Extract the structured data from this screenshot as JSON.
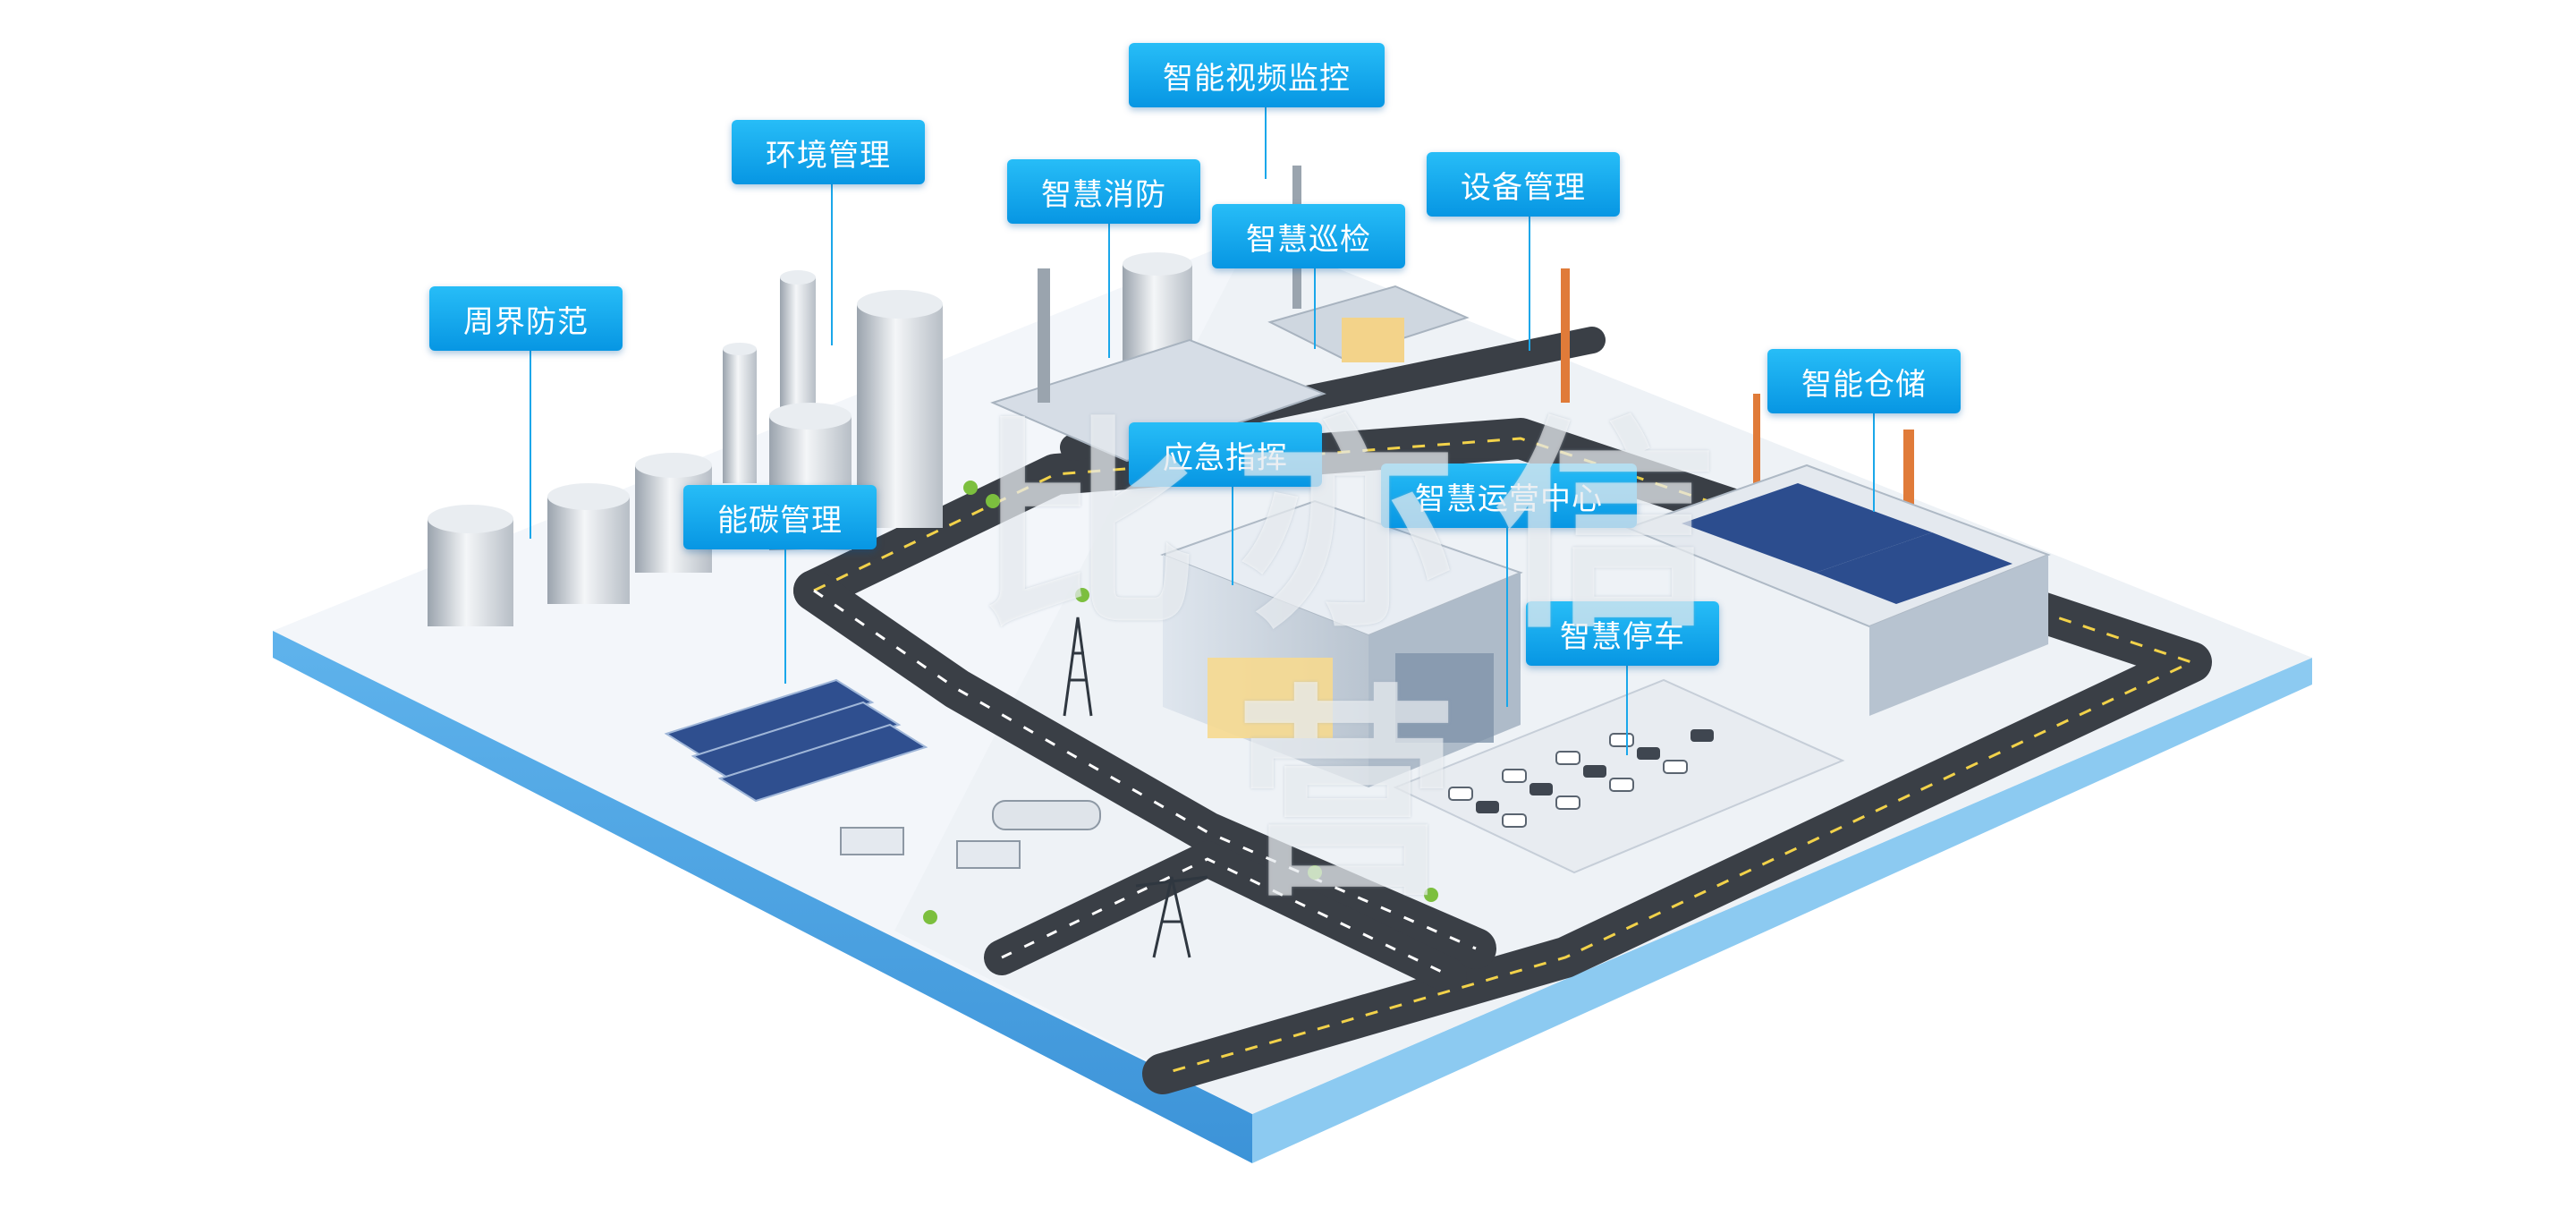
{
  "callouts": [
    {
      "label": "智能视频监控"
    },
    {
      "label": "环境管理"
    },
    {
      "label": "智慧消防"
    },
    {
      "label": "设备管理"
    },
    {
      "label": "智慧巡检"
    },
    {
      "label": "周界防范"
    },
    {
      "label": "智能仓储"
    },
    {
      "label": "应急指挥"
    },
    {
      "label": "智慧运营中心"
    },
    {
      "label": "能碳管理"
    },
    {
      "label": "智慧停车"
    }
  ],
  "watermark": "比亦信营",
  "colors": {
    "callout_top": "#27bdf7",
    "callout_bottom": "#0796e3",
    "leader": "#1aa7ea"
  }
}
